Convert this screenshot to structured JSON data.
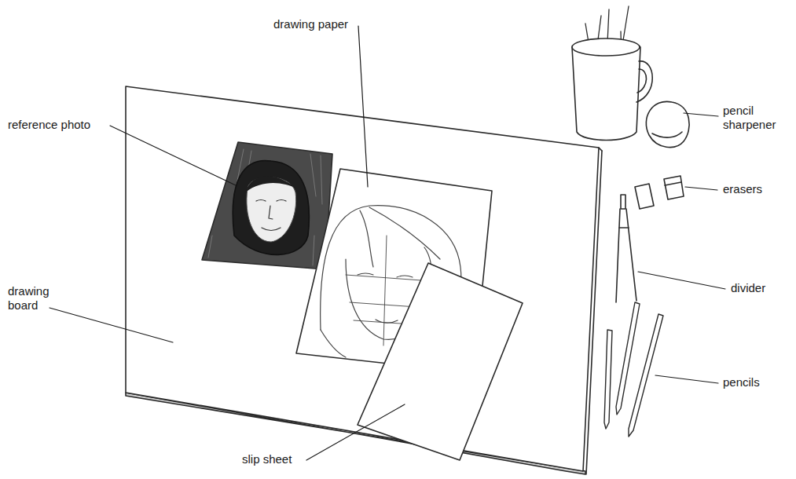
{
  "diagram": {
    "labels": [
      "drawing paper",
      "reference photo",
      "pencil sharpener",
      "erasers",
      "drawing board",
      "divider",
      "pencils",
      "slip sheet"
    ]
  }
}
